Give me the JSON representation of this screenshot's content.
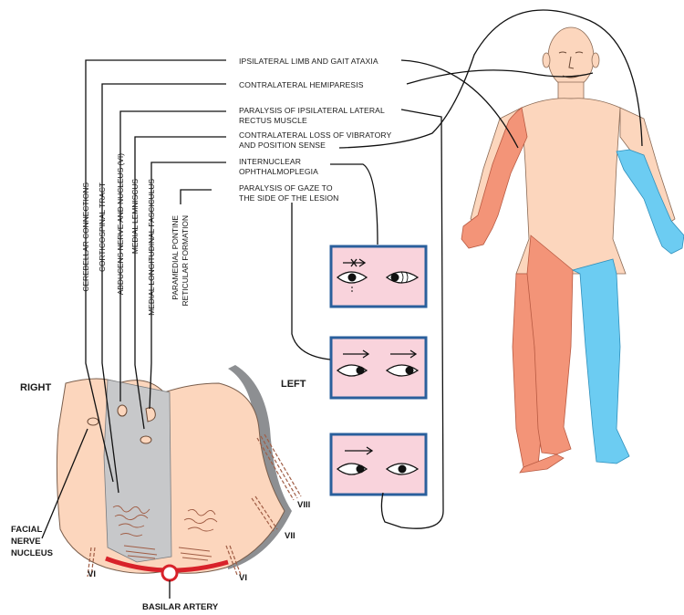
{
  "labels": {
    "ipsilateral_limb_ataxia": "IPSILATERAL LIMB AND GAIT ATAXIA",
    "contralateral_hemiparesis": "CONTRALATERAL HEMIPARESIS",
    "paralysis_lateral_rectus_1": "PARALYSIS OF IPSILATERAL LATERAL",
    "paralysis_lateral_rectus_2": "RECTUS MUSCLE",
    "contralateral_loss_1": "CONTRALATERAL LOSS OF VIBRATORY",
    "contralateral_loss_2": "AND POSITION SENSE",
    "internuclear_1": "INTERNUCLEAR",
    "internuclear_2": "OPHTHALMOPLEGIA",
    "paralysis_gaze_1": "PARALYSIS OF GAZE TO",
    "paralysis_gaze_2": "THE SIDE OF THE LESION"
  },
  "vertical_labels": {
    "cerebellar_connections": "CEREBELLAR CONNECTIONS",
    "corticospinal_tract": "CORTICOSPINAL TRACT",
    "abducens_nerve": "ABDUCENS NERVE AND NUCLEUS (VI)",
    "medial_lemniscus": "MEDIAL LEMNISCUS",
    "medial_longitudinal": "MEDIAL LONGITUDINAL FASCICULUS",
    "paramedial_1": "PARAMEDIAL PONTINE",
    "paramedial_2": "RETICULAR FORMATION"
  },
  "brainstem": {
    "right": "RIGHT",
    "left": "LEFT",
    "facial_1": "FACIAL",
    "facial_2": "NERVE",
    "facial_3": "NUCLEUS",
    "basilar": "BASILAR ARTERY",
    "vi_left": "VI",
    "vi_right": "VI",
    "vii": "VII",
    "viii": "VIII"
  },
  "colors": {
    "lesion_body": "#f39478",
    "sensory_loss": "#6cccf2",
    "skin": "#fcd6bd",
    "eye_box_fill": "#f9d3dc",
    "eye_box_border": "#2a5f9c",
    "lesion_gray": "#c7c8ca",
    "artery": "#d8222a"
  },
  "icons": [
    "eye-icon",
    "arrow-right-icon",
    "blocked-arrow-icon"
  ]
}
